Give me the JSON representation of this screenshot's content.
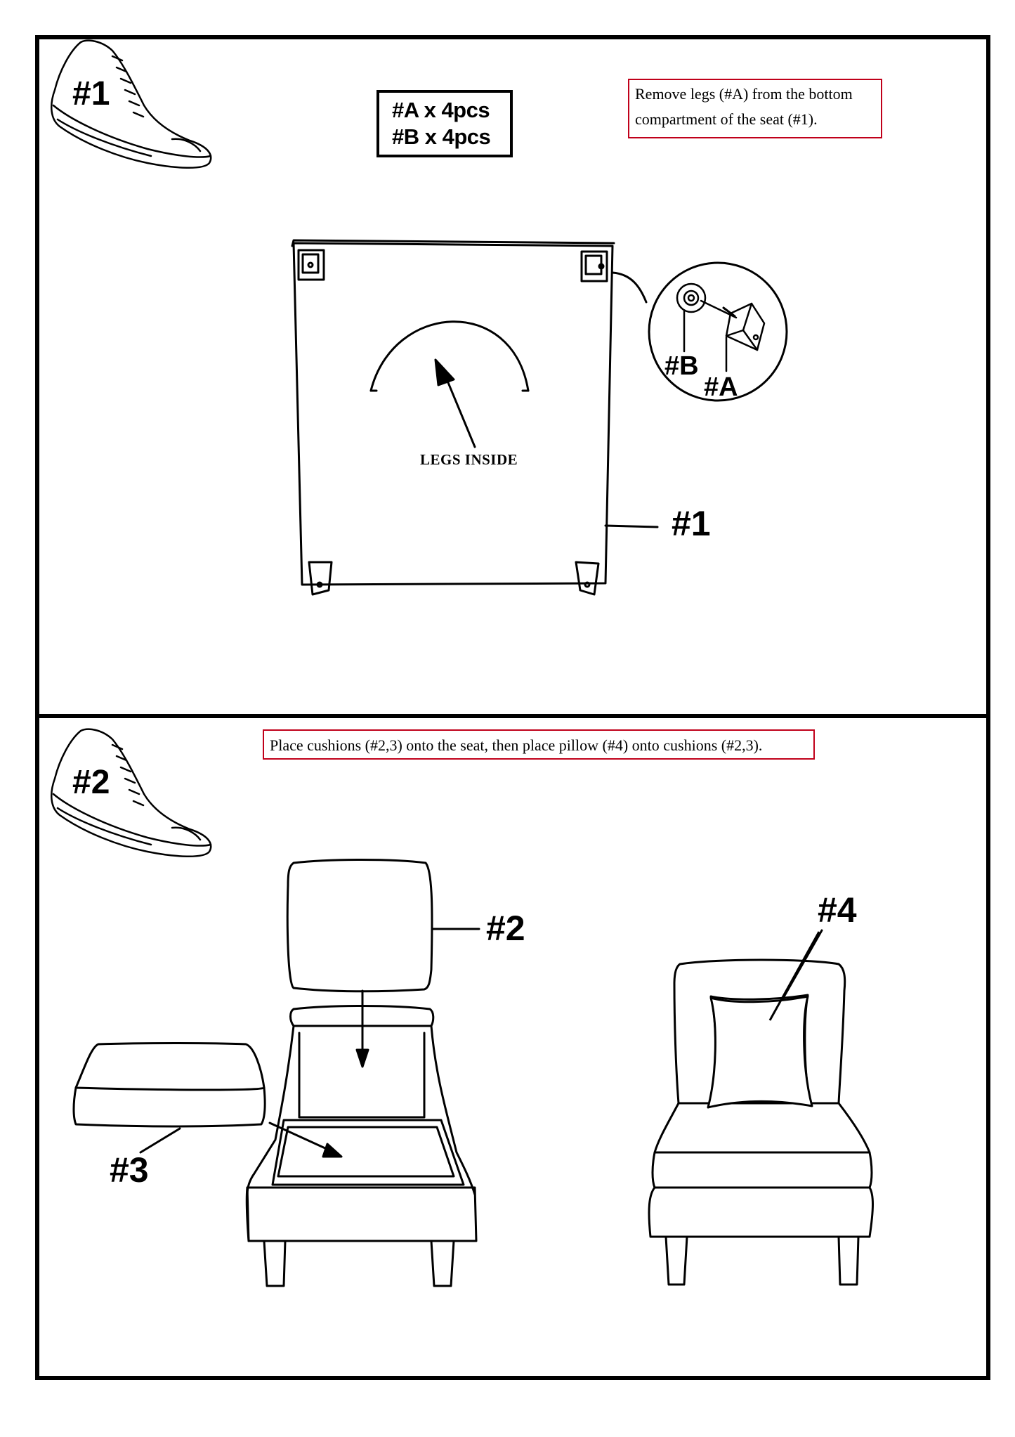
{
  "step1": {
    "step_label": "#1",
    "instruction": "Remove legs (#A) from the bottom compartment of the seat (#1).",
    "quantities": [
      "#A x 4pcs",
      "#B x 4pcs"
    ],
    "center_text": "LEGS INSIDE",
    "labels": {
      "seat": "#1",
      "bolt": "#B",
      "leg": "#A"
    }
  },
  "step2": {
    "step_label": "#2",
    "instruction": "Place cushions (#2,3) onto the seat, then place pillow (#4) onto cushions (#2,3).",
    "labels": {
      "back_cushion": "#2",
      "seat_cushion": "#3",
      "pillow": "#4"
    }
  }
}
